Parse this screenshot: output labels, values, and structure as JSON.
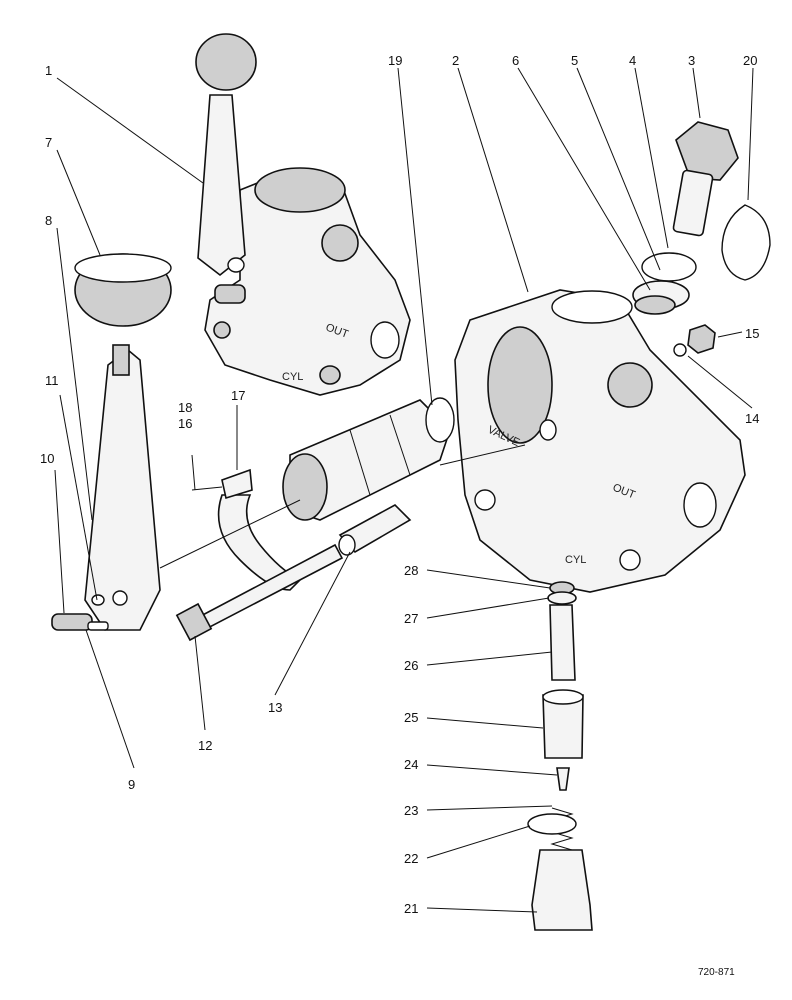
{
  "callouts": {
    "c1": "1",
    "c2": "2",
    "c3": "3",
    "c4": "4",
    "c5": "5",
    "c6": "6",
    "c7": "7",
    "c8": "8",
    "c9": "9",
    "c10": "10",
    "c11": "11",
    "c12": "12",
    "c13": "13",
    "c14": "14",
    "c15": "15",
    "c16": "16",
    "c17": "17",
    "c18": "18",
    "c19": "19",
    "c20": "20",
    "c21": "21",
    "c22": "22",
    "c23": "23",
    "c24": "24",
    "c25": "25",
    "c26": "26",
    "c27": "27",
    "c28": "28"
  },
  "body_marks": {
    "valve": "VALVE",
    "out": "OUT",
    "cyl": "CYL",
    "upper_out": "OUT",
    "upper_cyl": "CYL"
  },
  "figure_ref": "720-871"
}
